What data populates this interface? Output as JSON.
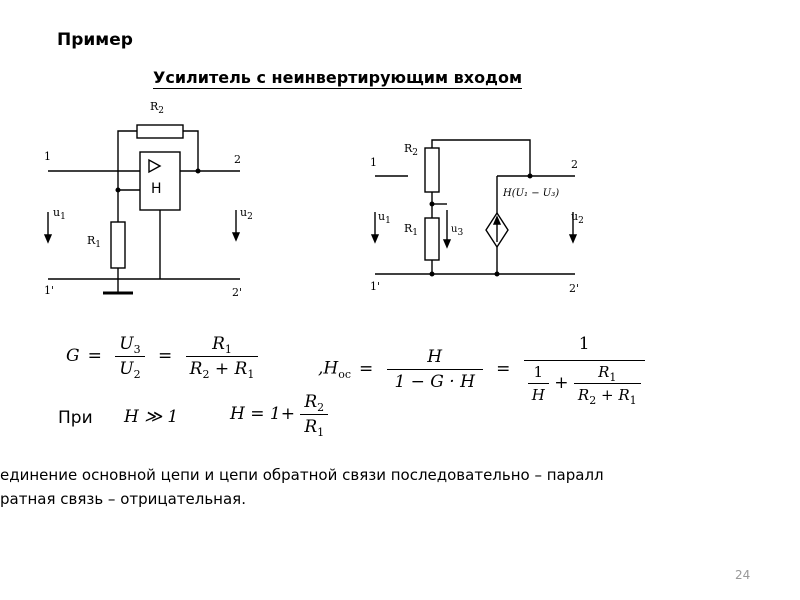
{
  "slide": {
    "title": "Пример",
    "subtitle": "Усилитель с неинвертирующим входом",
    "page_number": "24",
    "text_line1": "единение основной цепи и цепи обратной связи последовательно – паралл",
    "text_line2": "ратная связь – отрицательная.",
    "pri_label": "При"
  },
  "circuit_left": {
    "r2": "R",
    "r2_sub": "2",
    "r1": "R",
    "r1_sub": "1",
    "amp": "H",
    "n1": "1",
    "n2": "2",
    "n1p": "1'",
    "n2p": "2'",
    "u1": "u",
    "u1_sub": "1",
    "u2": "u",
    "u2_sub": "2"
  },
  "circuit_right": {
    "r2": "R",
    "r2_sub": "2",
    "r1": "R",
    "r1_sub": "1",
    "u3": "u",
    "u3_sub": "3",
    "source": "H(U₁ − U₃)",
    "n1": "1",
    "n2": "2",
    "n1p": "1'",
    "n2p": "2'",
    "u1": "u",
    "u1_sub": "1",
    "u2": "u",
    "u2_sub": "2"
  },
  "formulas": {
    "g": "G",
    "eq": "=",
    "u3": "U",
    "u3_sub": "3",
    "u2": "U",
    "u2_sub": "2",
    "r1": "R",
    "r1_sub": "1",
    "r2": "R",
    "r2_sub": "2",
    "plus": "+",
    "hoc_prefix": ",H",
    "hoc_sub": "ос",
    "h": "H",
    "one": "1",
    "minus_gh": "1 −   G · H",
    "one_over": "1",
    "h_gg_1": "H  ≫ 1",
    "h_eq": "H  =  1+"
  }
}
